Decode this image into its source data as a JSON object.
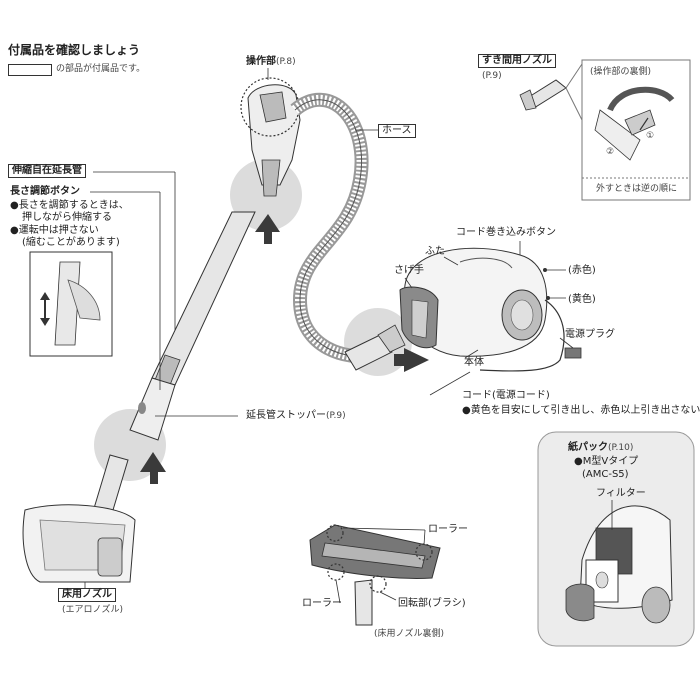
{
  "header": {
    "title": "付属品を確認しましょう",
    "legend_note": "の部品が付属品です。"
  },
  "labels": {
    "sousabu": "操作部",
    "sousabu_ref": "(P.8)",
    "hose": "ホース",
    "sukima_nozzle": "すき間用ノズル",
    "sukima_ref": "(P.9)",
    "sousabu_ura": "(操作部の裏側)",
    "hazusu": "外すときは逆の順に",
    "step1": "①",
    "step2": "②",
    "shinshuku": "伸縮自在延長管",
    "nagasa_button": "長さ調節ボタン",
    "nagasa_note1": "●長さを調節するときは、",
    "nagasa_note2": "押しながら伸縮する",
    "nagasa_note3": "●運転中は押さない",
    "nagasa_note4": "(縮むことがあります)",
    "cord_button": "コード巻き込みボタン",
    "futa": "ふた",
    "sagete": "さげ手",
    "aka": "(赤色)",
    "ki": "(黄色)",
    "dengen_plug": "電源プラグ",
    "hontai": "本体",
    "cord": "コード(電源コード)",
    "cord_note": "●黄色を目安にして引き出し、赤色以上引き出さない",
    "stopper": "延長管ストッパー",
    "stopper_ref": "(P.9)",
    "kami_pack": "紙パック",
    "kami_ref": "(P.10)",
    "m_type": "●M型Vタイプ",
    "amc": "(AMC-S5)",
    "filter": "フィルター",
    "roller_top": "ローラー",
    "roller_left": "ローラー",
    "kaitenbu": "回転部(ブラシ)",
    "yuka_ura": "(床用ノズル裏側)",
    "yuka_nozzle": "床用ノズル",
    "aero_nozzle": "(エアロノズル)"
  },
  "colors": {
    "line": "#333333",
    "part_fill": "#e8e8e8",
    "part_dark": "#9a9a9a",
    "arrow": "#3a3a3a",
    "circle": "#dcdcdc"
  }
}
